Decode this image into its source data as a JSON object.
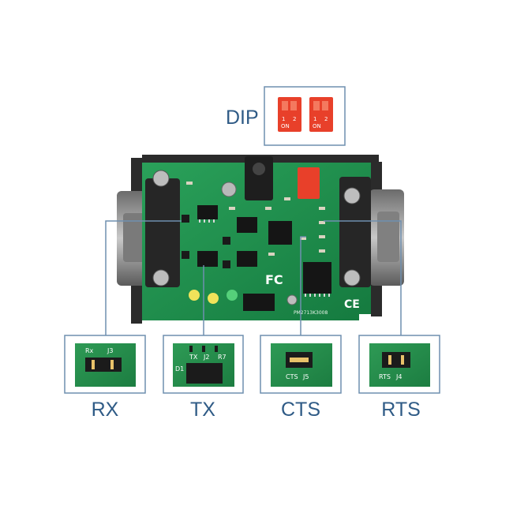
{
  "labels": {
    "dip": "DIP",
    "rx": "RX",
    "tx": "TX",
    "cts": "CTS",
    "rts": "RTS"
  },
  "silkscreen": {
    "dip_switch": [
      "1",
      "2",
      "ON"
    ],
    "rx_jumper": [
      "Rx",
      "J3"
    ],
    "tx_jumper": [
      "TX",
      "J2",
      "R7",
      "D1"
    ],
    "cts_jumper": [
      "CTS",
      "J5"
    ],
    "rts_jumper": [
      "RTS",
      "J4"
    ],
    "board_id": "PM2713K3008"
  },
  "colors": {
    "label_text": "#2f5b86",
    "callout_line": "#6f8faf",
    "pcb_green": "#1f8a4c",
    "enclosure": "#2b2b2b",
    "dip_red": "#e8402a"
  }
}
